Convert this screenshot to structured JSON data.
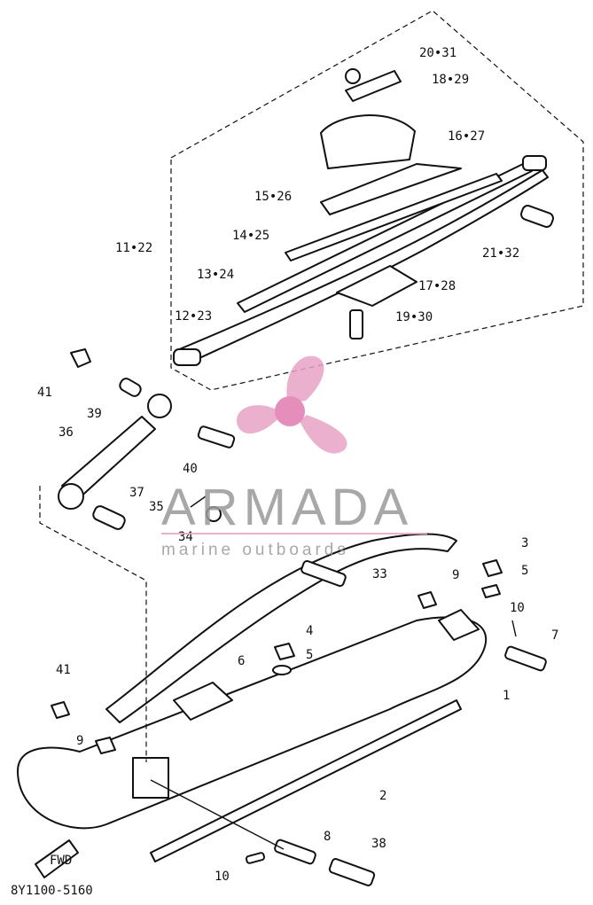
{
  "diagram": {
    "code": "8Y1100-5160",
    "fwd_label": "FWD",
    "callouts": [
      {
        "id": "c-20-31",
        "text": "20•31"
      },
      {
        "id": "c-18-29",
        "text": "18•29"
      },
      {
        "id": "c-16-27",
        "text": "16•27"
      },
      {
        "id": "c-15-26",
        "text": "15•26"
      },
      {
        "id": "c-14-25",
        "text": "14•25"
      },
      {
        "id": "c-11-22",
        "text": "11•22"
      },
      {
        "id": "c-21-32",
        "text": "21•32"
      },
      {
        "id": "c-13-24",
        "text": "13•24"
      },
      {
        "id": "c-17-28",
        "text": "17•28"
      },
      {
        "id": "c-12-23",
        "text": "12•23"
      },
      {
        "id": "c-19-30",
        "text": "19•30"
      },
      {
        "id": "c-41a",
        "text": "41"
      },
      {
        "id": "c-39",
        "text": "39"
      },
      {
        "id": "c-36",
        "text": "36"
      },
      {
        "id": "c-40",
        "text": "40"
      },
      {
        "id": "c-37",
        "text": "37"
      },
      {
        "id": "c-35",
        "text": "35"
      },
      {
        "id": "c-34",
        "text": "34"
      },
      {
        "id": "c-3",
        "text": "3"
      },
      {
        "id": "c-33",
        "text": "33"
      },
      {
        "id": "c-9a",
        "text": "9"
      },
      {
        "id": "c-5a",
        "text": "5"
      },
      {
        "id": "c-10a",
        "text": "10"
      },
      {
        "id": "c-4",
        "text": "4"
      },
      {
        "id": "c-7",
        "text": "7"
      },
      {
        "id": "c-6",
        "text": "6"
      },
      {
        "id": "c-5b",
        "text": "5"
      },
      {
        "id": "c-1",
        "text": "1"
      },
      {
        "id": "c-41b",
        "text": "41"
      },
      {
        "id": "c-9b",
        "text": "9"
      },
      {
        "id": "c-2",
        "text": "2"
      },
      {
        "id": "c-8",
        "text": "8"
      },
      {
        "id": "c-38",
        "text": "38"
      },
      {
        "id": "c-10b",
        "text": "10"
      }
    ]
  },
  "watermark": {
    "title": "ARMADA",
    "subtitle": "marine outboards",
    "colors": {
      "logo": "#e8a3c6",
      "hub": "#e27bb0",
      "text": "#9a9a9a"
    }
  }
}
